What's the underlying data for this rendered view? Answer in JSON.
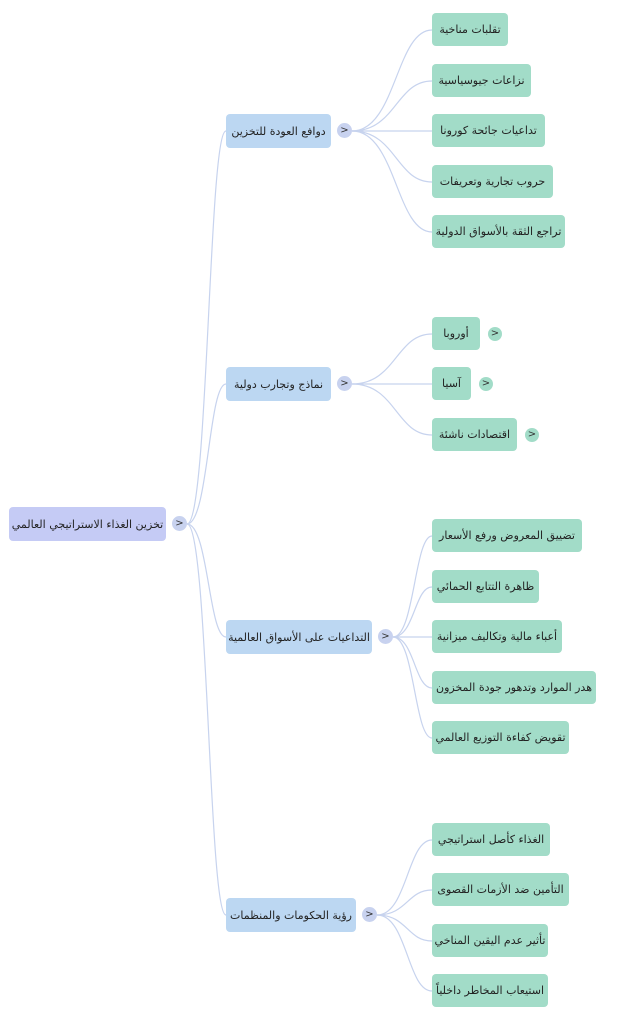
{
  "toggle_glyph": ">",
  "root": {
    "label": "تخزين الغذاء الاستراتيجي العالمي"
  },
  "branches": [
    {
      "label": "دوافع العودة للتخزين",
      "children": [
        {
          "label": "تقلبات مناخية"
        },
        {
          "label": "نزاعات جيوسياسية"
        },
        {
          "label": "تداعيات جائحة كورونا"
        },
        {
          "label": "حروب تجارية وتعريفات"
        },
        {
          "label": "تراجع الثقة بالأسواق الدولية"
        }
      ]
    },
    {
      "label": "نماذج وتجارب دولية",
      "children": [
        {
          "label": "أوروبا",
          "collapsed": true
        },
        {
          "label": "آسيا",
          "collapsed": true
        },
        {
          "label": "اقتصادات ناشئة",
          "collapsed": true
        }
      ]
    },
    {
      "label": "التداعيات على الأسواق العالمية",
      "children": [
        {
          "label": "تضييق المعروض ورفع الأسعار"
        },
        {
          "label": "ظاهرة التتابع الحمائي"
        },
        {
          "label": "أعباء مالية وتكاليف ميزانية"
        },
        {
          "label": "هدر الموارد وتدهور جودة المخزون"
        },
        {
          "label": "تقويض كفاءة التوزيع العالمي"
        }
      ]
    },
    {
      "label": "رؤية الحكومات والمنظمات",
      "children": [
        {
          "label": "الغذاء كأصل استراتيجي"
        },
        {
          "label": "التأمين ضد الأزمات القصوى"
        },
        {
          "label": "تأثير عدم اليقين المناخي"
        },
        {
          "label": "استيعاب المخاطر داخلياً"
        }
      ]
    }
  ]
}
